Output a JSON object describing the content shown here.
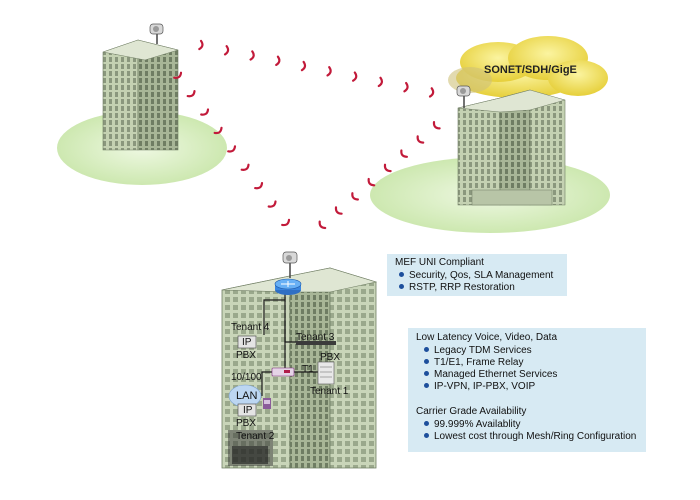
{
  "cloud": {
    "label": "SONET/SDH/GigE"
  },
  "uni_box": {
    "title": "MEF UNI Compliant",
    "items": [
      "Security, Qos,  SLA Management",
      "RSTP, RRP Restoration"
    ]
  },
  "services_box": {
    "heading1": "Low Latency Voice, Video, Data",
    "items1": [
      "Legacy TDM Services",
      "T1/E1, Frame Relay",
      "Managed Ethernet Services",
      "IP-VPN, IP-PBX, VOIP"
    ],
    "heading2": "Carrier Grade Availability",
    "items2": [
      "99.999% Availablity",
      "Lowest cost through Mesh/Ring Configuration"
    ]
  },
  "building_labels": {
    "tenant4": "Tenant 4",
    "ip_top": "IP",
    "pbx_top": "PBX",
    "tenant3": "Tenant 3",
    "pbx_right": "PBX",
    "t1": "T1",
    "tenant1": "Tenant 1",
    "ten100": "10/100",
    "lan": "LAN",
    "ip_bottom": "IP",
    "pbx_bottom": "PBX",
    "tenant2": "Tenant 2"
  },
  "colors": {
    "building_face": "#c9d6b8",
    "building_side": "#a9b899",
    "grass": "#dff1c9",
    "cloud": "#f2e15a",
    "wave": "#c21a3a",
    "box": "#d7eaf3"
  }
}
